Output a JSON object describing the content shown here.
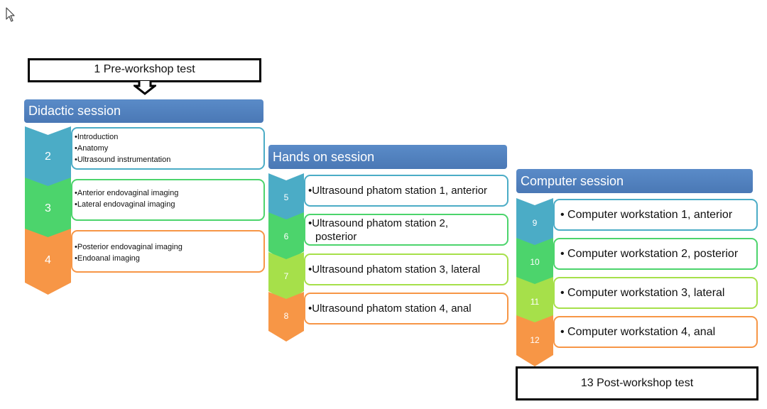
{
  "pre_test": "1 Pre-workshop test",
  "post_test": "13 Post-workshop test",
  "colors": {
    "header": "#4f81bd",
    "teal": "#4bacc6",
    "green": "#4cd46c",
    "orange": "#f79646",
    "lime": "#a6e04a"
  },
  "didactic": {
    "title": "Didactic session",
    "steps": [
      {
        "num": "2",
        "lines": [
          "•Introduction",
          "•Anatomy",
          "•Ultrasound instrumentation"
        ]
      },
      {
        "num": "3",
        "lines": [
          "•Anterior endovaginal imaging",
          "•Lateral endovaginal imaging"
        ]
      },
      {
        "num": "4",
        "lines": [
          "•Posterior endovaginal imaging",
          "•Endoanal imaging"
        ]
      }
    ]
  },
  "hands_on": {
    "title": "Hands on session",
    "steps": [
      {
        "num": "5",
        "lines": [
          "•Ultrasound phatom station 1, anterior"
        ]
      },
      {
        "num": "6",
        "lines": [
          "•Ultrasound phatom station 2,",
          "posterior"
        ]
      },
      {
        "num": "7",
        "lines": [
          "•Ultrasound phatom station 3, lateral"
        ]
      },
      {
        "num": "8",
        "lines": [
          "•Ultrasound phatom station 4, anal"
        ]
      }
    ]
  },
  "computer": {
    "title": "Computer session",
    "steps": [
      {
        "num": "9",
        "lines": [
          "• Computer workstation 1, anterior"
        ]
      },
      {
        "num": "10",
        "lines": [
          "• Computer workstation 2, posterior"
        ]
      },
      {
        "num": "11",
        "lines": [
          "• Computer workstation 3, lateral"
        ]
      },
      {
        "num": "12",
        "lines": [
          "• Computer workstation 4, anal"
        ]
      }
    ]
  }
}
